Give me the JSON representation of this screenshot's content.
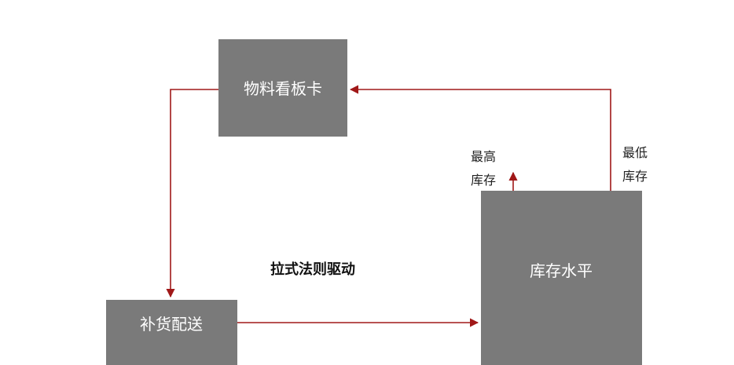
{
  "diagram": {
    "nodes": {
      "kanban": "物料看板卡",
      "inventory": "库存水平",
      "replenish": "补货配送"
    },
    "labels": {
      "max_line1": "最高",
      "max_line2": "库存",
      "min_line1": "最低",
      "min_line2": "库存",
      "center": "拉式法则驱动"
    },
    "colors": {
      "box": "#7a7a7a",
      "arrow": "#a01818",
      "background": "#ffffff"
    }
  }
}
